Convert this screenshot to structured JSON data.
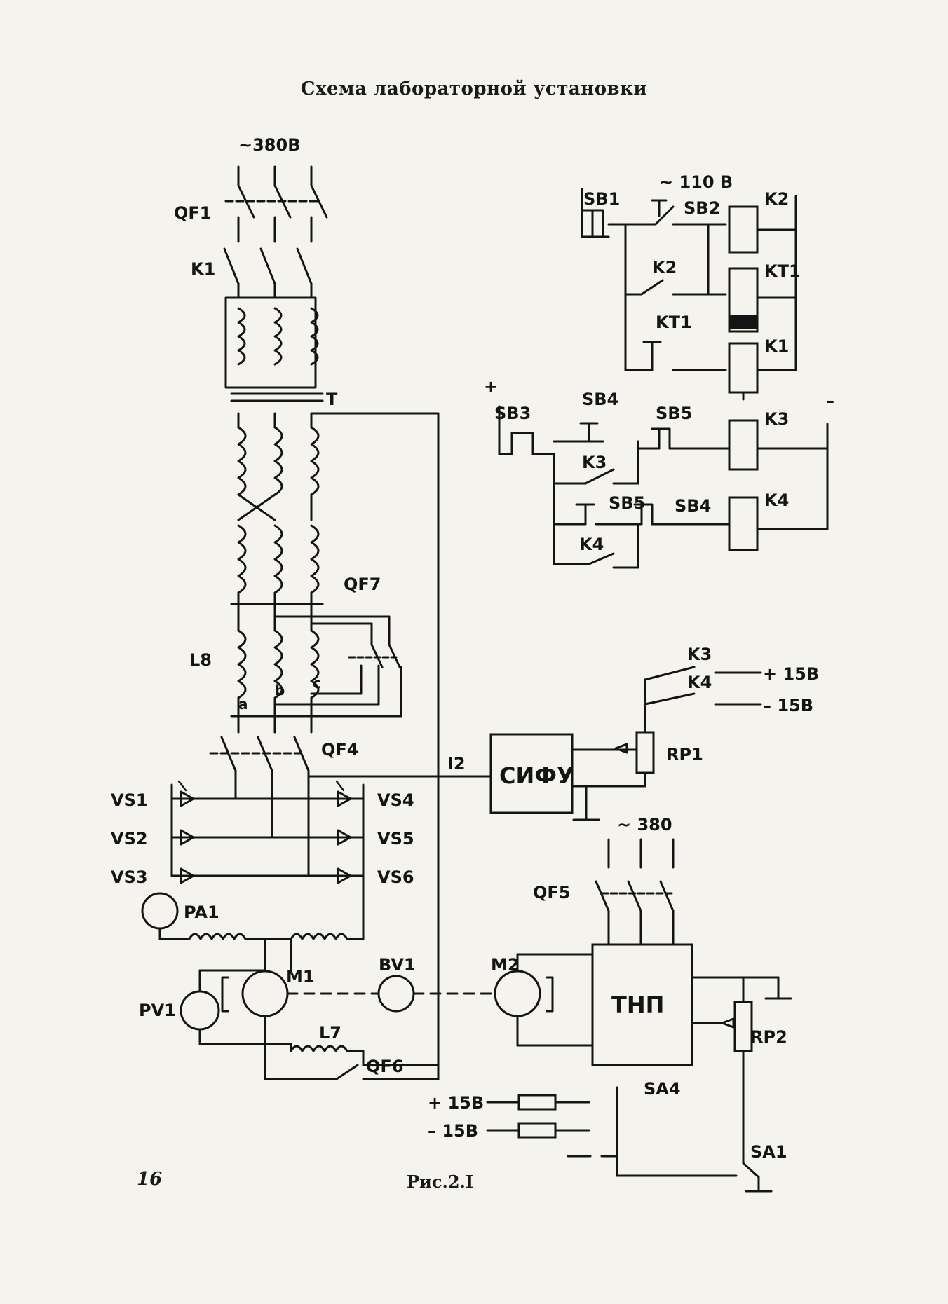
{
  "title": "Схема лабораторной установки",
  "page_number": "16",
  "caption": "Рис.2.I",
  "labels": {
    "supply_main": "~380В",
    "qf1": "QF1",
    "k1": "K1",
    "t": "T",
    "qf7": "QF7",
    "l8": "L8",
    "a": "a",
    "b": "b",
    "c": "c",
    "qf4": "QF4",
    "vs1": "VS1",
    "vs2": "VS2",
    "vs3": "VS3",
    "vs4": "VS4",
    "vs5": "VS5",
    "vs6": "VS6",
    "pa1": "PA1",
    "pv1": "PV1",
    "m1": "M1",
    "l7": "L7",
    "qf6": "QF6",
    "bv1": "BV1",
    "m2": "M2",
    "i2": "I2",
    "sifu": "СИФУ",
    "rp1": "RP1",
    "k3a": "K3",
    "k4a": "K4",
    "p15": "+ 15В",
    "m15": "– 15В",
    "supply_380": "~ 380",
    "qf5": "QF5",
    "tnp": "ТНП",
    "rp2": "RP2",
    "sa4": "SA4",
    "sa1": "SA1",
    "in_p15": "+ 15В",
    "in_m15": "– 15В",
    "supply_110": "~ 110 В",
    "sb1": "SB1",
    "sb2": "SB2",
    "k2": "K2",
    "k2c": "K2",
    "kt1": "KT1",
    "kt1c": "KT1",
    "k1c": "K1",
    "plus": "+",
    "minus": "–",
    "sb3": "SB3",
    "sb4a": "SB4",
    "sb5a": "SB5",
    "k3": "K3",
    "k3c": "K3",
    "sb5b": "SB5",
    "sb4b": "SB4",
    "k4": "K4",
    "k4c": "K4"
  }
}
